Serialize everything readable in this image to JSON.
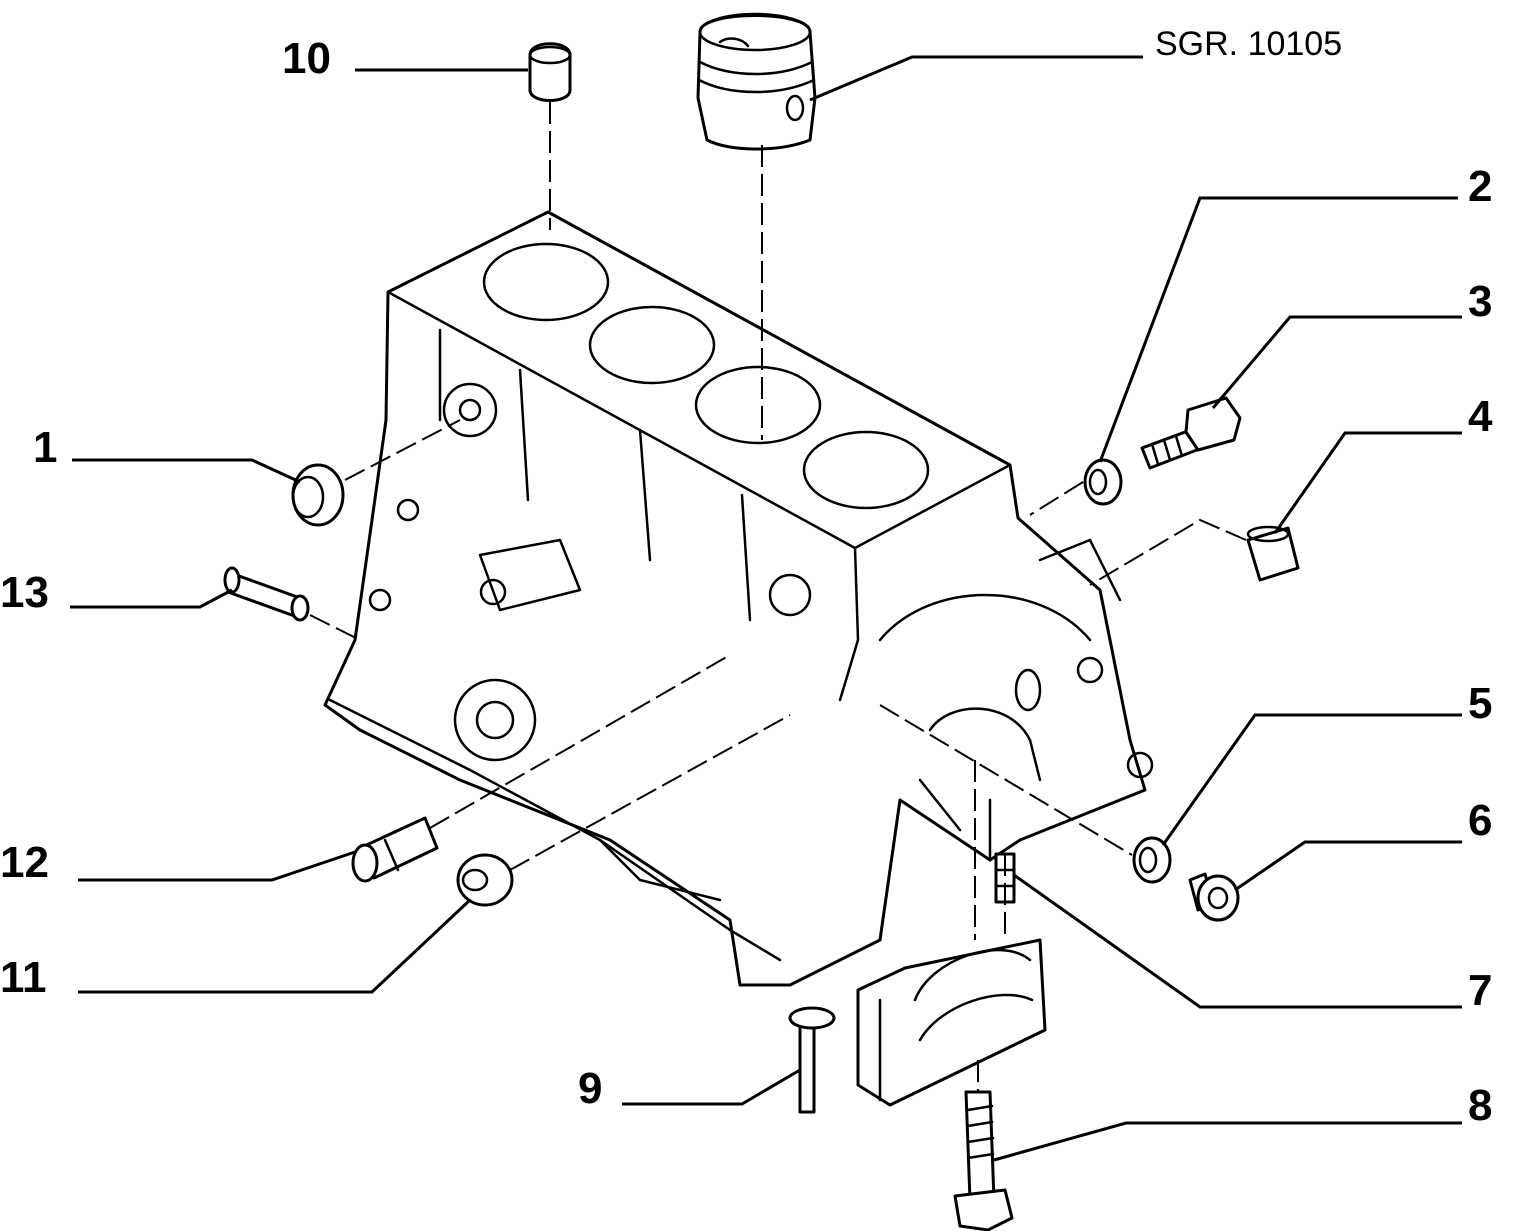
{
  "reference": "SGR. 10105",
  "callouts": [
    "1",
    "2",
    "3",
    "4",
    "5",
    "6",
    "7",
    "8",
    "9",
    "10",
    "11",
    "12",
    "13"
  ]
}
